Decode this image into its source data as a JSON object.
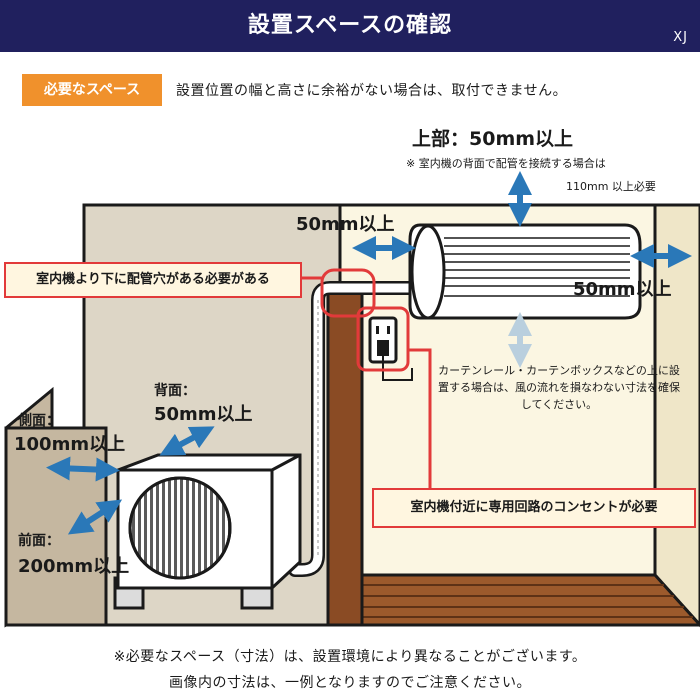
{
  "header": {
    "title": "設置スペースの確認",
    "brand": "XJ"
  },
  "requirement": {
    "tag": "必要なスペース",
    "text": "設置位置の幅と高さに余裕がない場合は、取付できません。"
  },
  "indoor_unit": {
    "top_label": "上部：50mm以上",
    "top_note_line1": "※ 室内機の背面で配管を接続する場合は",
    "top_note_line2": "110mm 以上必要",
    "left_label": "50mm以上",
    "right_label": "50mm以上",
    "curtain_note": "カーテンレール・カーテンボックスなどの上に設置する場合は、風の流れを損なわない寸法を確保してください。"
  },
  "outdoor_unit": {
    "back_label": "背面：",
    "back_value": "50mm以上",
    "side_label": "側面：",
    "side_value": "100mm以上",
    "front_label": "前面：",
    "front_value": "200mm以上"
  },
  "callouts": {
    "pipe_hole": "室内機より下に配管穴がある必要がある",
    "outlet": "室内機付近に専用回路のコンセントが必要"
  },
  "footer": {
    "line1": "※必要なスペース（寸法）は、設置環境により異なることがございます。",
    "line2": "画像内の寸法は、一例となりますのでご注意ください。"
  },
  "colors": {
    "header_bg": "#20205e",
    "tag_orange": "#f0912c",
    "arrow_blue": "#2a78b8",
    "arrow_light": "#b9cfde",
    "callout_red": "#e23a3a",
    "wall_beige": "#ddd6c6",
    "fence_brown": "#c5b7a0",
    "pillar_brown": "#8a4b24",
    "deck_brown": "#9c5a2c"
  }
}
